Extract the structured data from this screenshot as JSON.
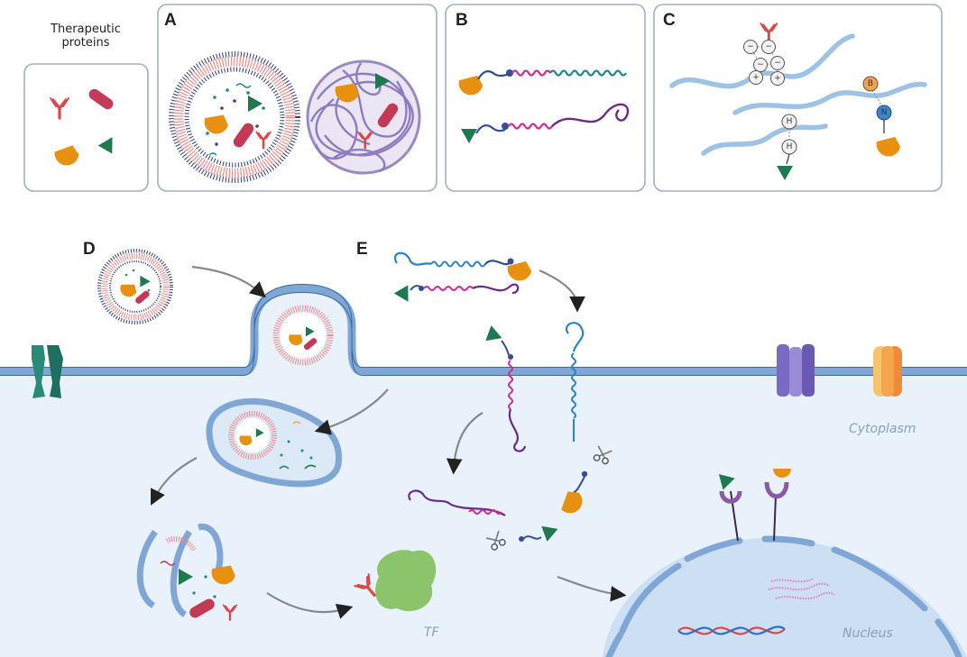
{
  "top_caption": {
    "line1": "Therapeutic",
    "line2": "proteins"
  },
  "panels": {
    "A": "A",
    "B": "B",
    "C": "C",
    "D": "D",
    "E": "E"
  },
  "region_labels": {
    "cytoplasm": "Cytoplasm",
    "nucleus": "Nucleus",
    "tf": "TF"
  },
  "charges": {
    "minus": "−",
    "plus": "+",
    "h": "H",
    "b": "B",
    "n": "N"
  },
  "colors": {
    "box_border": "#9fb0c6",
    "membrane": "#7fa6d4",
    "cytoplasm_fill": "#e9f1fb",
    "nucleus_fill": "#cddff2",
    "antibody": "#d84a4a",
    "rod_protein": "#c23a55",
    "orange_protein": "#e8900f",
    "green_protein": "#1e7a4e",
    "polymer_teal": "#1e8a86",
    "polymer_magenta": "#d02d8e",
    "polymer_purple": "#6a2a8a",
    "polymer_blue": "#2a82c8",
    "chain_light_blue": "#9ec2e6",
    "tf_green": "#8cc46c"
  }
}
